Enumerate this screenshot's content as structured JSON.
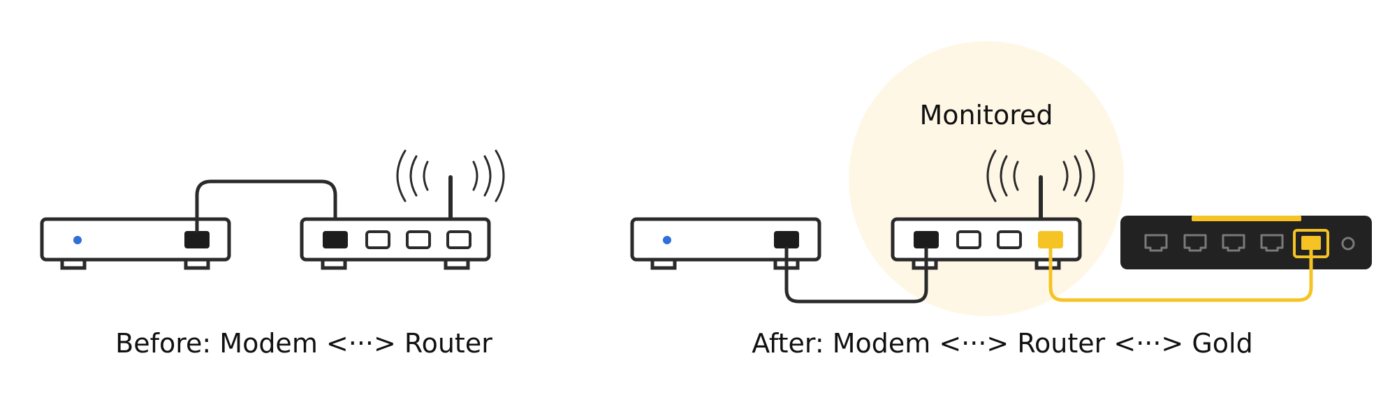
{
  "captions": {
    "before": "Before: Modem <···> Router",
    "after": "After: Modem <···> Router <···> Gold"
  },
  "monitored_zone": {
    "label": "Monitored"
  },
  "colors": {
    "outline": "#2a2a2a",
    "status_led": "#2f6fd8",
    "highlight": "#f6c324",
    "zone_fill": "#fff7e6",
    "gold_body": "#222222",
    "gold_port": "#7a7a7a"
  },
  "icons": [
    "modem-icon",
    "router-icon",
    "wifi-signal-icon",
    "gold-device-icon",
    "ethernet-port-icon",
    "cable-icon"
  ]
}
